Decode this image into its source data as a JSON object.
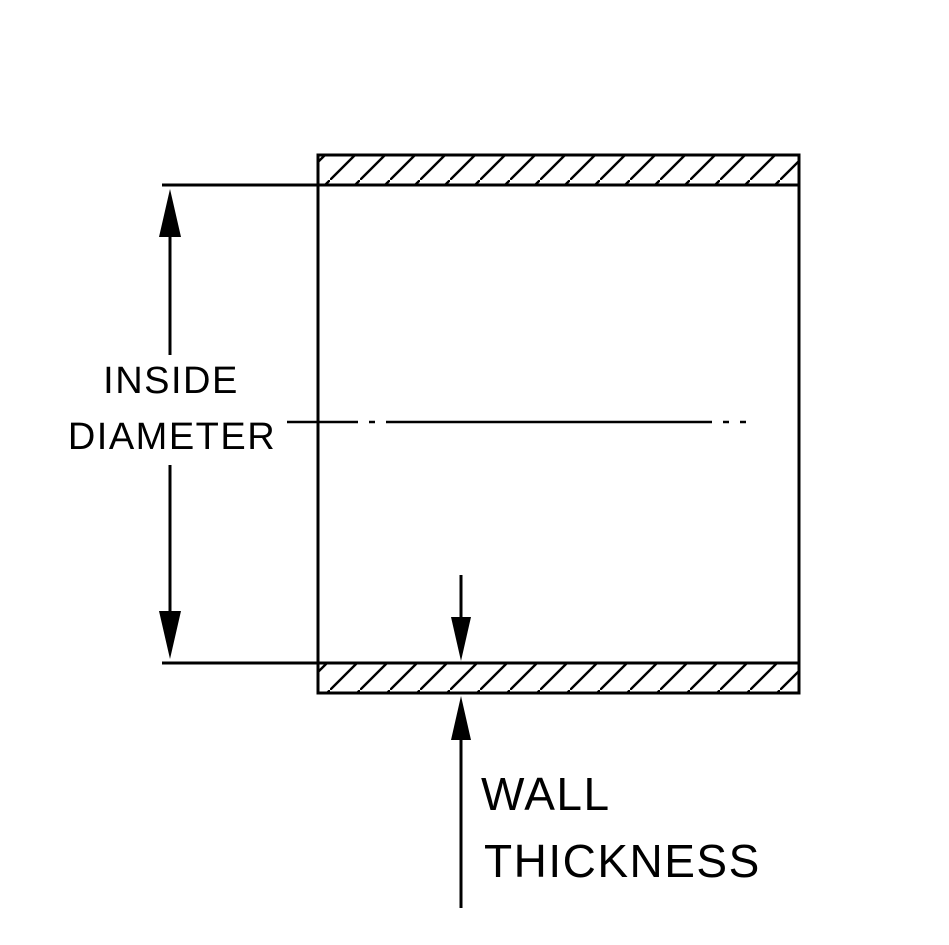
{
  "diagram": {
    "type": "engineering-cross-section",
    "subject": "hose-coupler-cross-section",
    "labels": {
      "inside_diameter_line1": "INSIDE",
      "inside_diameter_line2": "DIAMETER",
      "wall_thickness_line1": "WALL",
      "wall_thickness_line2": "THICKNESS"
    },
    "colors": {
      "line": "#000000",
      "background": "#ffffff"
    }
  }
}
